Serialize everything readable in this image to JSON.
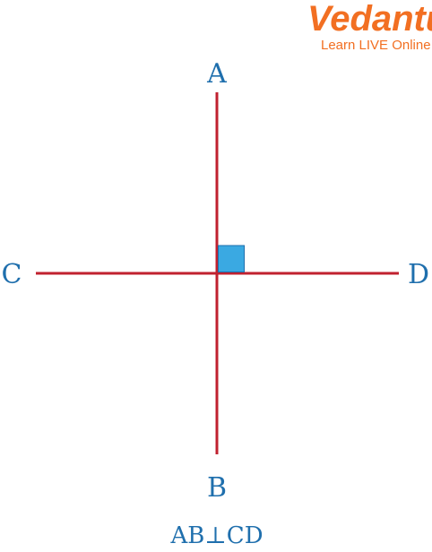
{
  "logo": {
    "brand": "Vedantu",
    "tagline": "Learn LIVE Online",
    "color": "#f26f22"
  },
  "diagram": {
    "points": {
      "A": "A",
      "B": "B",
      "C": "C",
      "D": "D"
    },
    "caption": {
      "left": "AB",
      "symbol": "⊥",
      "right": "CD"
    },
    "colors": {
      "line": "#c0212f",
      "label": "#1f6fad",
      "right_angle_fill": "#3aa9e2",
      "right_angle_stroke": "#1f6fad"
    }
  }
}
